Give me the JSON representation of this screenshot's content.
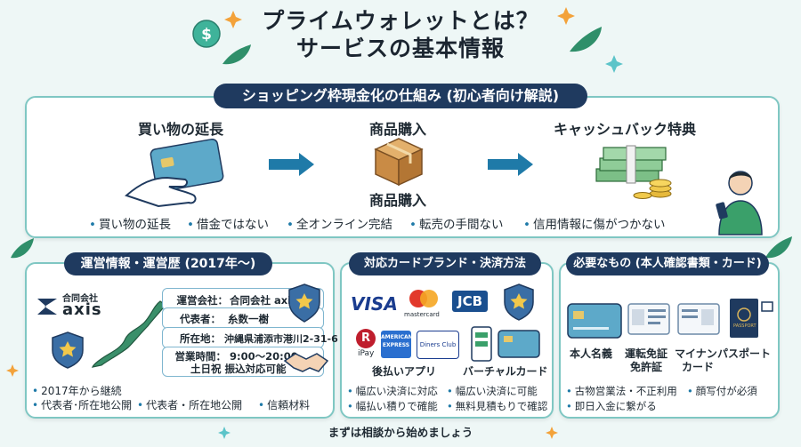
{
  "header": {
    "title_line1": "プライムウォレットとは？",
    "title_line2": "サービスの基本情報"
  },
  "flow_section": {
    "title": "ショッピング枠現金化の仕組み (初心者向け解説)",
    "steps": [
      {
        "label": "買い物の延長"
      },
      {
        "label": "商品購入",
        "sub_label": "商品購入"
      },
      {
        "label": "キャッシュバック特典"
      }
    ],
    "bullets": [
      "買い物の延長",
      "借金ではない",
      "全オンライン完結",
      "転売の手間ない",
      "信用情報に傷がつかない"
    ]
  },
  "company_section": {
    "title": "運営情報・運営歴 (2017年〜)",
    "logo_small": "合同会社",
    "logo_big": "axis",
    "rows": [
      {
        "label": "運営会社：",
        "value": "合同会社 axis"
      },
      {
        "label": "代表者：",
        "value": "糸数一樹"
      },
      {
        "label": "所在地：",
        "value": "沖縄県浦添市港川2-31-6"
      },
      {
        "label": "営業時間：",
        "value": "9:00〜20:00",
        "value2": "土日祝 振込対応可能"
      }
    ],
    "bullets": [
      "2017年から継続",
      "代表者･所在地公開",
      "代表者・所在地公開",
      "信頼材料"
    ]
  },
  "payment_section": {
    "title": "対応カードブランド・決済方法",
    "brands": {
      "visa": "VISA",
      "mastercard": "mastercard",
      "jcb": "JCB",
      "rakuten": "R",
      "rakuten_sub": "iPay",
      "amex": "AMERICAN EXPRESS",
      "diners": "Diners Club"
    },
    "labels": {
      "apps": "後払いアプリ",
      "virtual": "バーチャルカード"
    },
    "bullets": [
      "幅広い決済に対応",
      "幅広い決済に可能",
      "幅払い積りで確能",
      "無料見積もりで確認"
    ]
  },
  "docs_section": {
    "title": "必要なもの (本人確認書類・カード)",
    "items": [
      {
        "label": "本人名義"
      },
      {
        "label": "運転免証",
        "label2": "免許証"
      },
      {
        "label": "マイナン",
        "label2": "カード"
      },
      {
        "label": "パスポート"
      }
    ],
    "passport_text": "PASSPORT",
    "bullets": [
      "古物営業法・不正利用",
      "顔写付が必須",
      "即日入金に繋がる"
    ]
  },
  "footer": {
    "text": "まずは相談から始めましょう"
  },
  "colors": {
    "navy": "#1f3a5f",
    "teal_border": "#7fc7c3",
    "arrow": "#1f7aa8",
    "background": "#eef7f6"
  }
}
